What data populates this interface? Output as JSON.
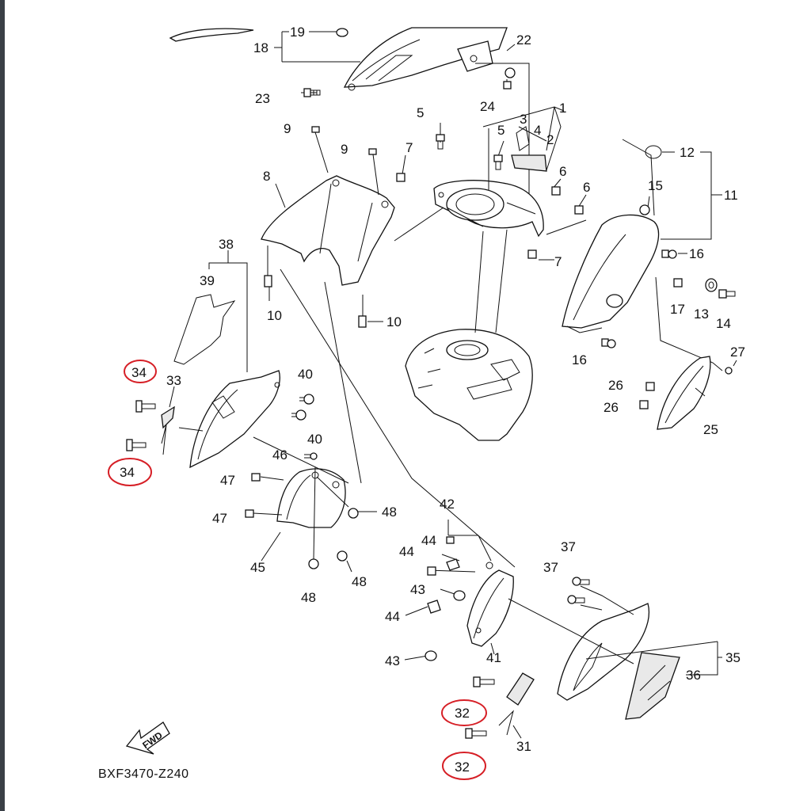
{
  "diagram": {
    "code": "BXF3470-Z240",
    "direction_label": "FWD",
    "highlight_color": "#d61f26",
    "part_labels": [
      {
        "id": "p1",
        "text": "1"
      },
      {
        "id": "p2",
        "text": "2"
      },
      {
        "id": "p3",
        "text": "3"
      },
      {
        "id": "p4",
        "text": "4"
      },
      {
        "id": "p5a",
        "text": "5"
      },
      {
        "id": "p5b",
        "text": "5"
      },
      {
        "id": "p6a",
        "text": "6"
      },
      {
        "id": "p6b",
        "text": "6"
      },
      {
        "id": "p7a",
        "text": "7"
      },
      {
        "id": "p7b",
        "text": "7"
      },
      {
        "id": "p8",
        "text": "8"
      },
      {
        "id": "p9a",
        "text": "9"
      },
      {
        "id": "p9b",
        "text": "9"
      },
      {
        "id": "p10a",
        "text": "10"
      },
      {
        "id": "p10b",
        "text": "10"
      },
      {
        "id": "p11",
        "text": "11"
      },
      {
        "id": "p12",
        "text": "12"
      },
      {
        "id": "p13",
        "text": "13"
      },
      {
        "id": "p14",
        "text": "14"
      },
      {
        "id": "p15",
        "text": "15"
      },
      {
        "id": "p16a",
        "text": "16"
      },
      {
        "id": "p16b",
        "text": "16"
      },
      {
        "id": "p17",
        "text": "17"
      },
      {
        "id": "p18",
        "text": "18"
      },
      {
        "id": "p19",
        "text": "19"
      },
      {
        "id": "p22",
        "text": "22"
      },
      {
        "id": "p23",
        "text": "23"
      },
      {
        "id": "p24",
        "text": "24"
      },
      {
        "id": "p25",
        "text": "25"
      },
      {
        "id": "p26a",
        "text": "26"
      },
      {
        "id": "p26b",
        "text": "26"
      },
      {
        "id": "p27",
        "text": "27"
      },
      {
        "id": "p31",
        "text": "31"
      },
      {
        "id": "p32a",
        "text": "32"
      },
      {
        "id": "p32b",
        "text": "32"
      },
      {
        "id": "p33",
        "text": "33"
      },
      {
        "id": "p34a",
        "text": "34"
      },
      {
        "id": "p34b",
        "text": "34"
      },
      {
        "id": "p35",
        "text": "35"
      },
      {
        "id": "p36",
        "text": "36"
      },
      {
        "id": "p37a",
        "text": "37"
      },
      {
        "id": "p37b",
        "text": "37"
      },
      {
        "id": "p38",
        "text": "38"
      },
      {
        "id": "p39",
        "text": "39"
      },
      {
        "id": "p40a",
        "text": "40"
      },
      {
        "id": "p40b",
        "text": "40"
      },
      {
        "id": "p41",
        "text": "41"
      },
      {
        "id": "p42",
        "text": "42"
      },
      {
        "id": "p43a",
        "text": "43"
      },
      {
        "id": "p43b",
        "text": "43"
      },
      {
        "id": "p44a",
        "text": "44"
      },
      {
        "id": "p44b",
        "text": "44"
      },
      {
        "id": "p44c",
        "text": "44"
      },
      {
        "id": "p45",
        "text": "45"
      },
      {
        "id": "p46",
        "text": "46"
      },
      {
        "id": "p47a",
        "text": "47"
      },
      {
        "id": "p47b",
        "text": "47"
      },
      {
        "id": "p48a",
        "text": "48"
      },
      {
        "id": "p48b",
        "text": "48"
      },
      {
        "id": "p48c",
        "text": "48"
      }
    ]
  }
}
